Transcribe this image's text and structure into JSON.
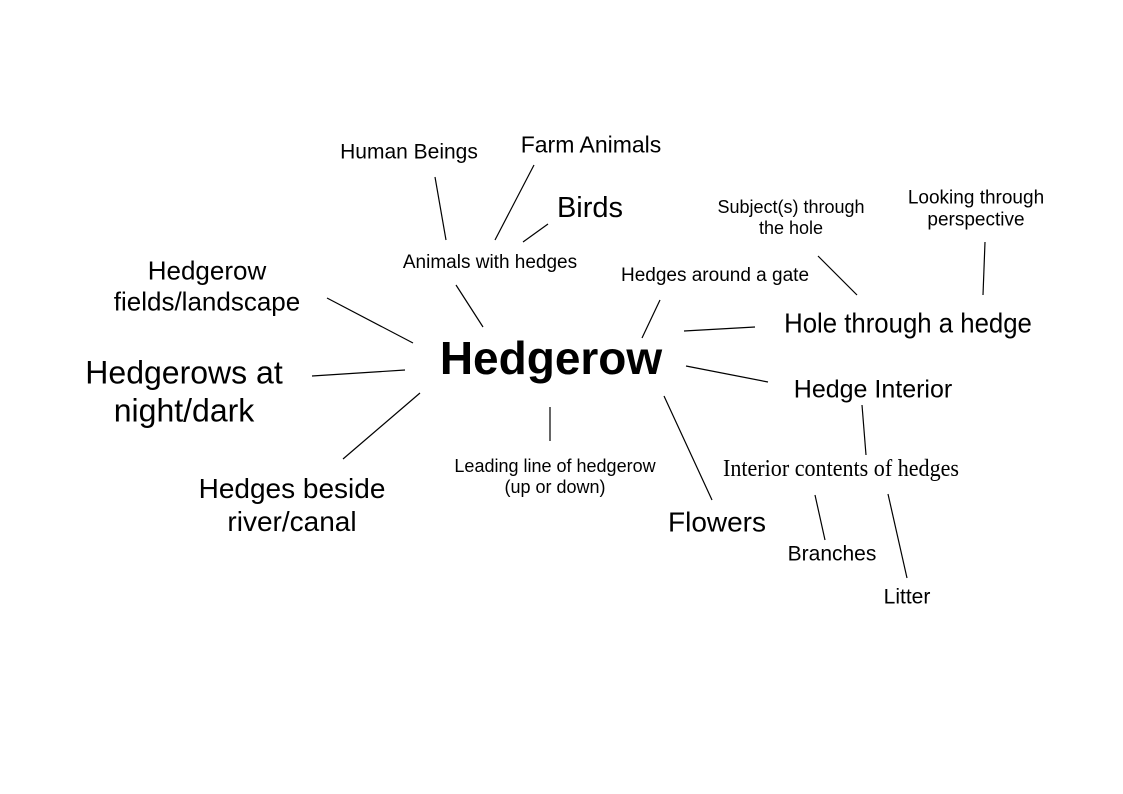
{
  "diagram": {
    "center": "Hedgerow",
    "nodes": {
      "human_beings": "Human Beings",
      "farm_animals": "Farm Animals",
      "birds": "Birds",
      "animals_with_hedges": "Animals with hedges",
      "hedgerow_fields_line1": "Hedgerow",
      "hedgerow_fields_line2": "fields/landscape",
      "hedgerows_night_line1": "Hedgerows at",
      "hedgerows_night_line2": "night/dark",
      "hedges_river_line1": "Hedges beside",
      "hedges_river_line2": "river/canal",
      "leading_line_line1": "Leading line of hedgerow",
      "leading_line_line2": "(up or down)",
      "hedges_gate": "Hedges around a gate",
      "subject_hole_line1": "Subject(s) through",
      "subject_hole_line2": "the hole",
      "looking_through_line1": "Looking through",
      "looking_through_line2": "perspective",
      "hole_through": "Hole through a hedge",
      "hedge_interior": "Hedge Interior",
      "interior_contents": "Interior contents of hedges",
      "flowers": "Flowers",
      "branches": "Branches",
      "litter": "Litter"
    }
  }
}
